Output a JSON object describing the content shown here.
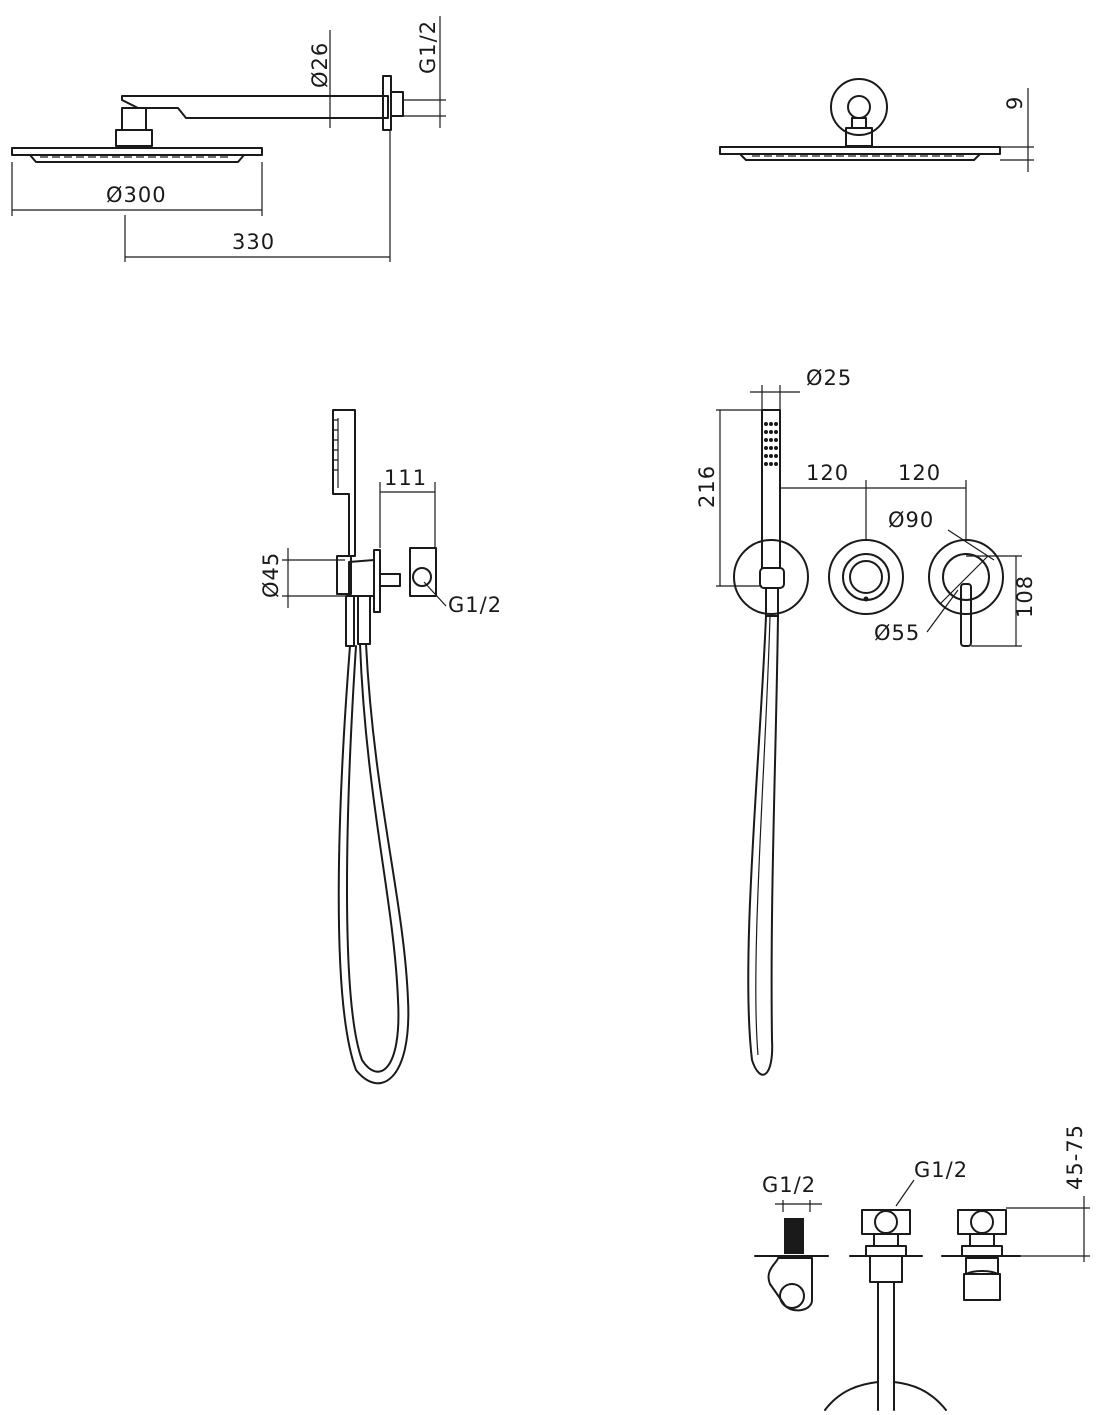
{
  "dimensions": {
    "arm_diameter": "Ø26",
    "arm_thread": "G1/2",
    "head_diameter": "Ø300",
    "arm_length": "330",
    "head_thickness": "9",
    "handle_diameter": "Ø25",
    "handset_length": "216",
    "spacing_1": "120",
    "spacing_2": "120",
    "plate_diameter": "Ø90",
    "handle_offset": "108",
    "knob_diameter": "Ø55",
    "outlet_diameter": "Ø45",
    "outlet_depth": "111",
    "outlet_thread": "G1/2",
    "bottom_thread_left": "G1/2",
    "bottom_thread_right": "G1/2",
    "install_depth": "45-75"
  },
  "colors": {
    "line": "#1a1a1a",
    "background": "#ffffff"
  }
}
